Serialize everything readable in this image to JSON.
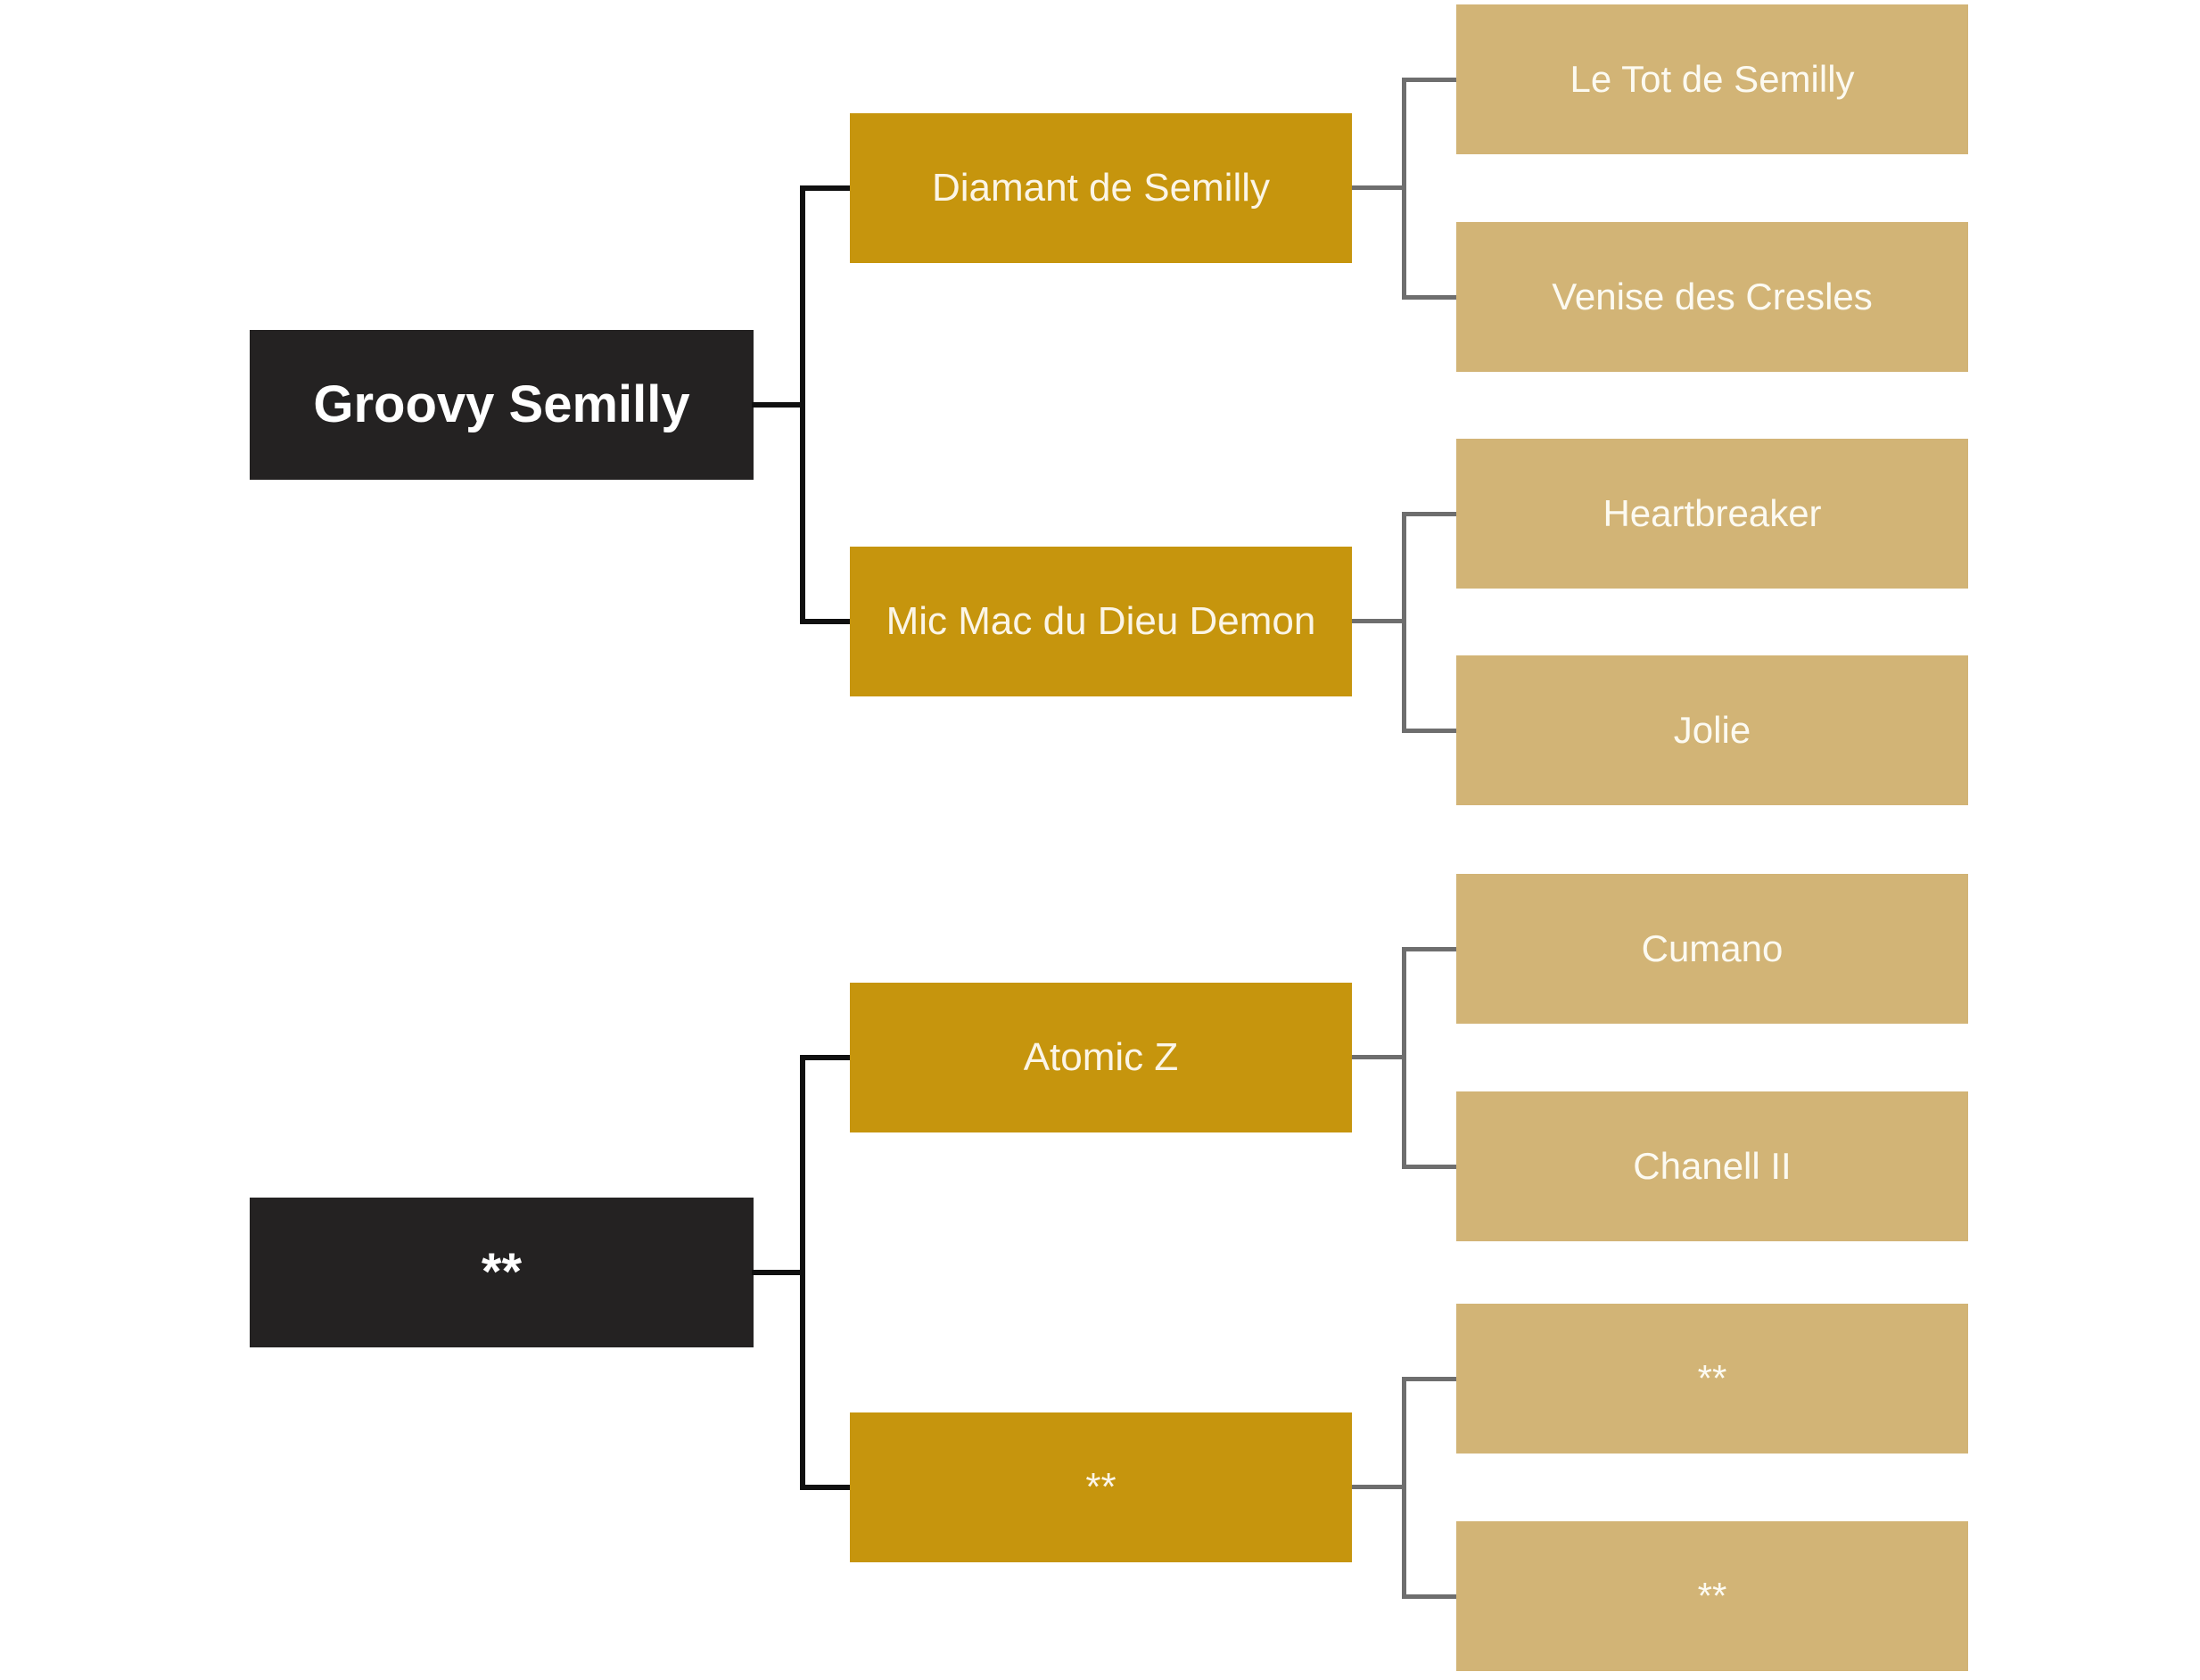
{
  "diagram_type": "horse-pedigree-tree",
  "colors": {
    "background": "#FFFFFF",
    "root_box": "#242222",
    "root_text": "#FFFFFF",
    "parent_box": "#C6950D",
    "parent_text": "#FBF5E7",
    "grandparent_box": "#D2B476",
    "grandparent_text": "#FCFAF1",
    "connector_primary": "#101010",
    "connector_secondary": "#6E6E6E"
  },
  "pedigree": {
    "tree1": {
      "root": "Groovy Semilly",
      "sire": "Diamant de Semilly",
      "sire_sire": "Le Tot de Semilly",
      "sire_dam": "Venise des Cresles",
      "dam": "Mic Mac du Dieu Demon",
      "dam_sire": "Heartbreaker",
      "dam_dam": "Jolie"
    },
    "tree2": {
      "root": "**",
      "sire": "Atomic Z",
      "sire_sire": "Cumano",
      "sire_dam": "Chanell II",
      "dam": "**",
      "dam_sire": "**",
      "dam_dam": "**"
    }
  }
}
